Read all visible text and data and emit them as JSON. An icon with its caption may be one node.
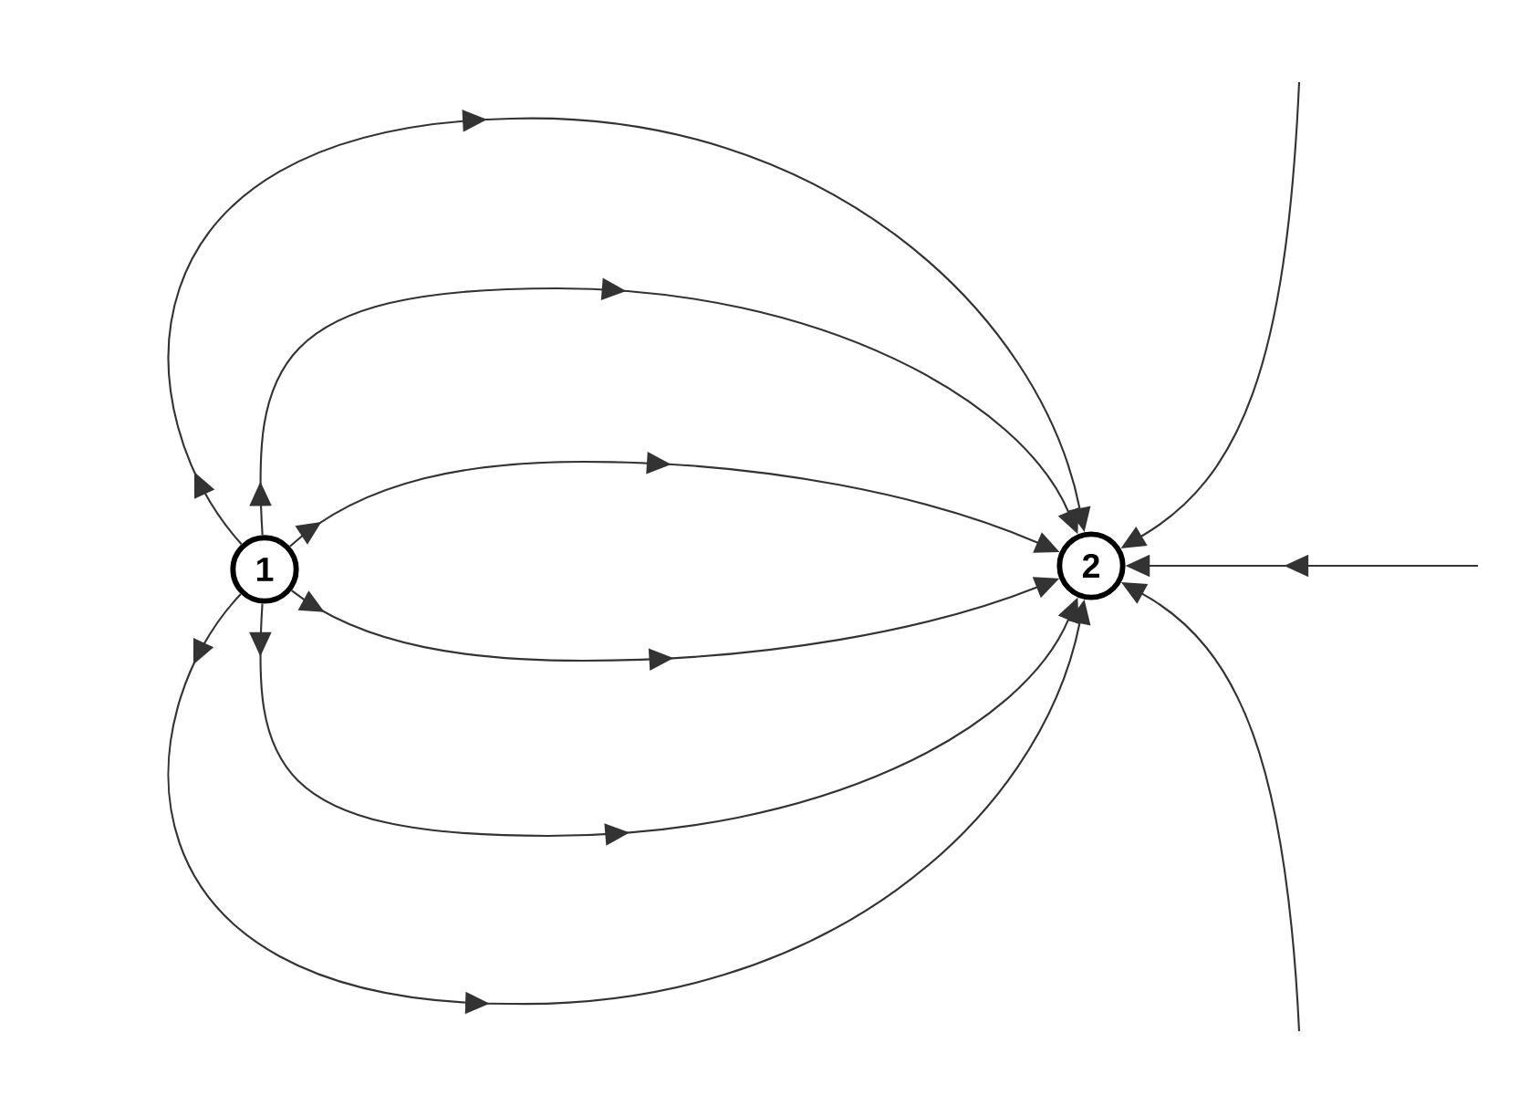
{
  "diagram": {
    "nodes": [
      {
        "text": [
          "1"
        ]
      },
      {
        "text": [
          "2"
        ]
      }
    ],
    "edges": [
      {
        "from": 0,
        "to": 1,
        "arrow": "to"
      },
      {
        "from": 0,
        "to": 1,
        "arrow": "to"
      },
      {
        "from": 0,
        "to": 1,
        "arrow": "to"
      },
      {
        "from": 0,
        "to": 1,
        "arrow": "to"
      },
      {
        "from": 0,
        "to": 1,
        "arrow": "to"
      },
      {
        "from": 0,
        "to": 1,
        "arrow": "to"
      },
      {
        "from": null,
        "to": 1,
        "arrow": "to"
      },
      {
        "from": null,
        "to": 1,
        "arrow": "to"
      },
      {
        "from": null,
        "to": 1,
        "arrow": "to"
      }
    ]
  }
}
